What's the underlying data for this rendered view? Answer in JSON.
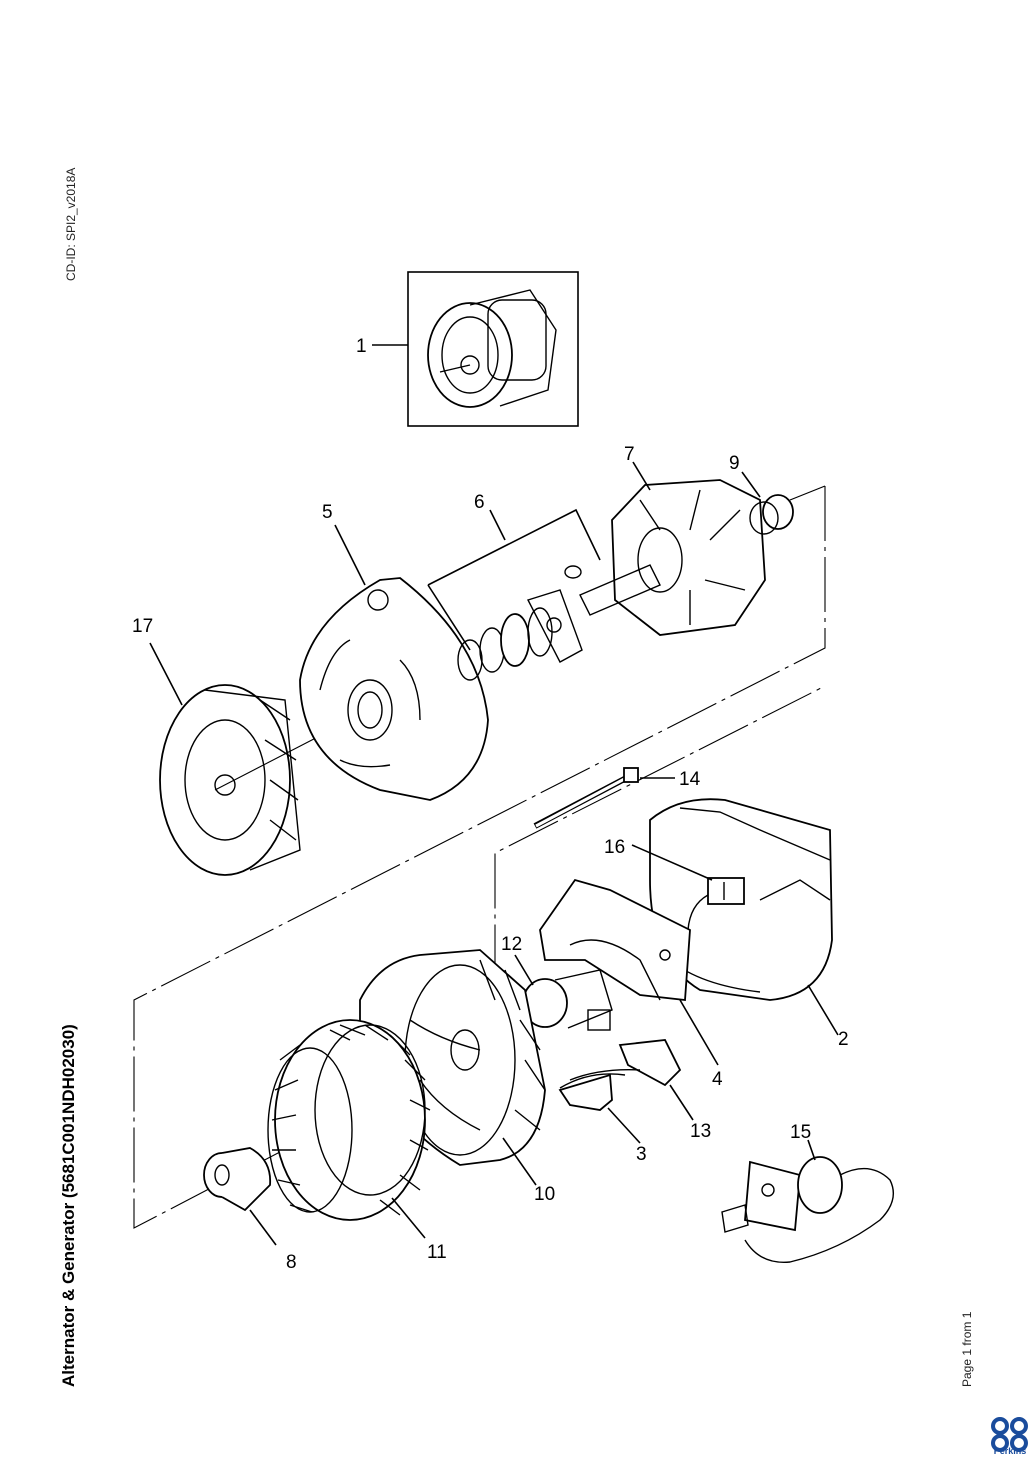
{
  "document": {
    "cd_id": "CD-ID: SPI2_v2018A",
    "title": "Alternator & Generator (5681C001NDH02030)",
    "page": "Page 1 from 1",
    "brand": "Perkins",
    "brand_color": "#1a4c9c"
  },
  "callouts": {
    "c1": "1",
    "c2": "2",
    "c3": "3",
    "c4": "4",
    "c5": "5",
    "c6": "6",
    "c7": "7",
    "c8": "8",
    "c9": "9",
    "c10": "10",
    "c11": "11",
    "c12": "12",
    "c13": "13",
    "c14": "14",
    "c15": "15",
    "c16": "16",
    "c17": "17"
  }
}
